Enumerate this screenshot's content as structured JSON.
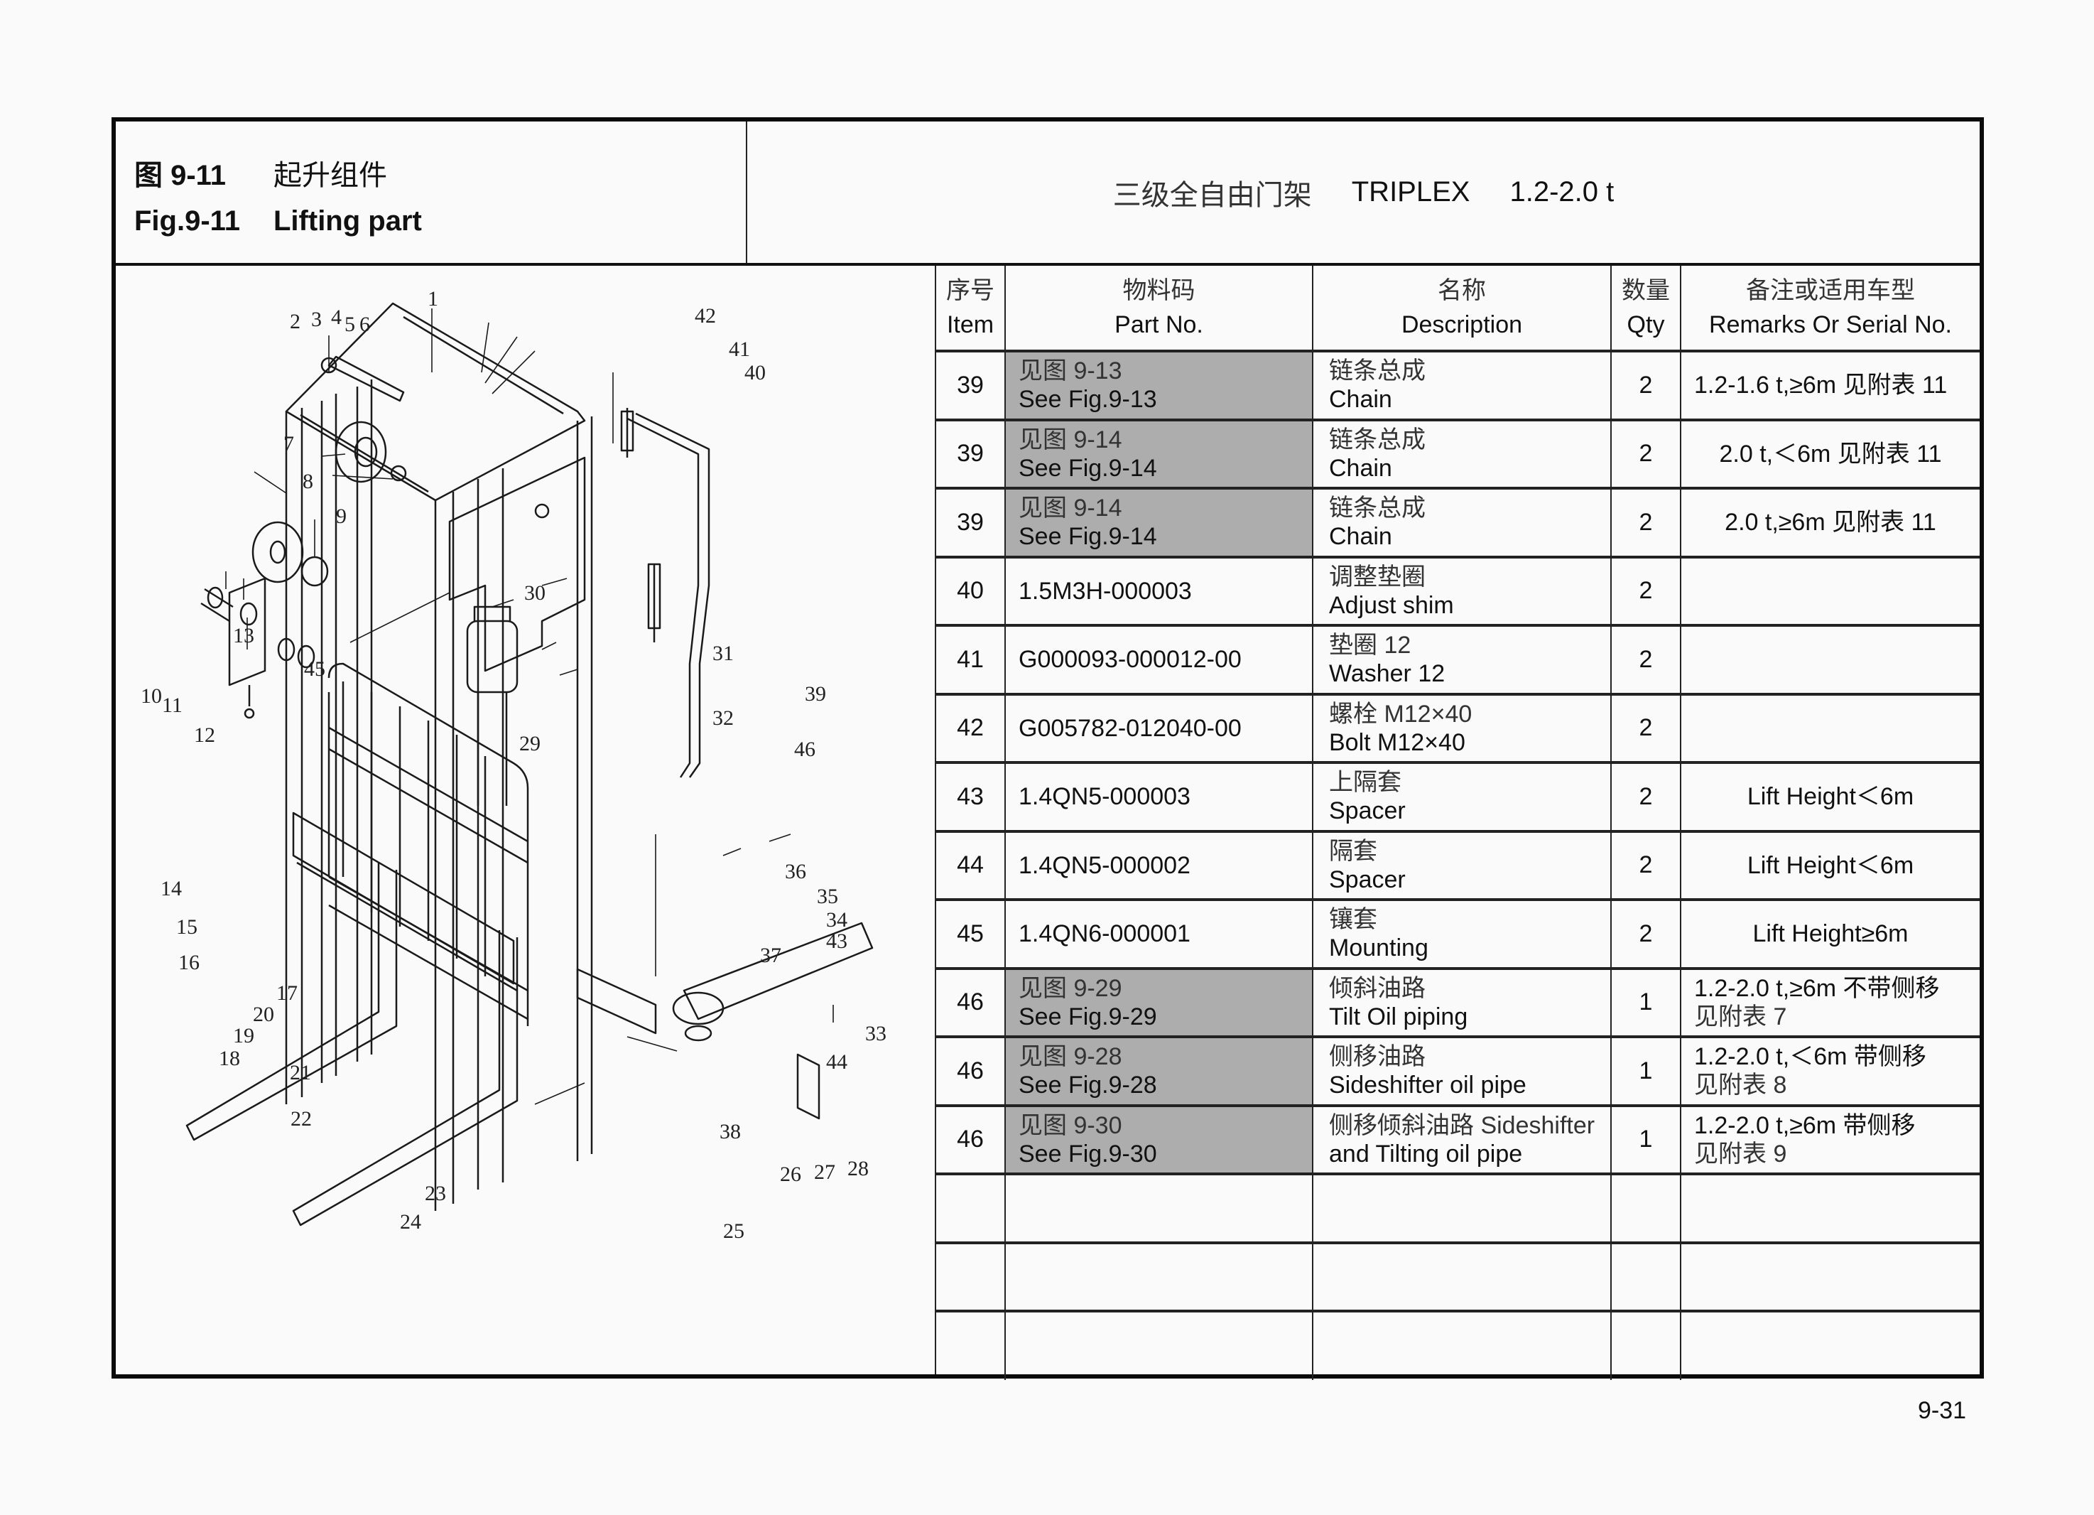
{
  "header": {
    "fig_cn_num": "图 9-11",
    "fig_cn_title": "起升组件",
    "fig_en_num": "Fig.9-11",
    "fig_en_title": "Lifting part",
    "model_cn": "三级全自由门架",
    "model_en": "TRIPLEX",
    "capacity": "1.2-2.0 t"
  },
  "table": {
    "columns": [
      {
        "cn": "序号",
        "en": "Item"
      },
      {
        "cn": "物料码",
        "en": "Part No."
      },
      {
        "cn": "名称",
        "en": "Description"
      },
      {
        "cn": "数量",
        "en": "Qty"
      },
      {
        "cn": "备注或适用车型",
        "en": "Remarks Or Serial No."
      }
    ],
    "rows": [
      {
        "item": "39",
        "part_cn": "见图 9-13",
        "part_en": "See Fig.9-13",
        "desc_cn": "链条总成",
        "desc_en": "Chain",
        "qty": "2",
        "rem_1": "1.2-1.6 t,≥6m  见附表 11",
        "rem_2": ""
      },
      {
        "item": "39",
        "part_cn": "见图 9-14",
        "part_en": "See Fig.9-14",
        "desc_cn": "链条总成",
        "desc_en": "Chain",
        "qty": "2",
        "rem_1": "2.0 t,＜6m 见附表 11",
        "rem_2": ""
      },
      {
        "item": "39",
        "part_cn": "见图 9-14",
        "part_en": "See Fig.9-14",
        "desc_cn": "链条总成",
        "desc_en": "Chain",
        "qty": "2",
        "rem_1": "2.0 t,≥6m  见附表 11",
        "rem_2": ""
      },
      {
        "item": "40",
        "part_no": "1.5M3H-000003",
        "desc_cn": "调整垫圈",
        "desc_en": "Adjust shim",
        "qty": "2",
        "rem_1": ""
      },
      {
        "item": "41",
        "part_no": "G000093-000012-00",
        "desc_cn": "垫圈 12",
        "desc_en": "Washer 12",
        "qty": "2",
        "rem_1": ""
      },
      {
        "item": "42",
        "part_no": "G005782-012040-00",
        "desc_cn": "螺栓 M12×40",
        "desc_en": "Bolt M12×40",
        "qty": "2",
        "rem_1": ""
      },
      {
        "item": "43",
        "part_no": "1.4QN5-000003",
        "desc_cn": "上隔套",
        "desc_en": "Spacer",
        "qty": "2",
        "rem_1": "Lift Height＜6m"
      },
      {
        "item": "44",
        "part_no": "1.4QN5-000002",
        "desc_cn": "隔套",
        "desc_en": "Spacer",
        "qty": "2",
        "rem_1": "Lift Height＜6m"
      },
      {
        "item": "45",
        "part_no": "1.4QN6-000001",
        "desc_cn": "镶套",
        "desc_en": "Mounting",
        "qty": "2",
        "rem_1": "Lift Height≥6m"
      },
      {
        "item": "46",
        "part_cn": "见图 9-29",
        "part_en": "See Fig.9-29",
        "desc_cn": "倾斜油路",
        "desc_en": "Tilt Oil piping",
        "qty": "1",
        "rem_1": "1.2-2.0 t,≥6m 不带侧移",
        "rem_2": "见附表 7"
      },
      {
        "item": "46",
        "part_cn": "见图 9-28",
        "part_en": "See Fig.9-28",
        "desc_cn": "侧移油路",
        "desc_en": "Sideshifter oil pipe",
        "qty": "1",
        "rem_1": "1.2-2.0 t,＜6m 带侧移",
        "rem_2": "见附表 8"
      },
      {
        "item": "46",
        "part_cn": "见图 9-30",
        "part_en": "See Fig.9-30",
        "desc_cn": "侧移倾斜油路 Sideshifter",
        "desc_en": "and Tilting oil pipe",
        "qty": "1",
        "rem_1": "1.2-2.0 t,≥6m 带侧移",
        "rem_2": "见附表 9"
      }
    ],
    "empty_rows": 3
  },
  "diagram": {
    "callouts": [
      "1",
      "2",
      "3",
      "4",
      "5",
      "6",
      "7",
      "8",
      "9",
      "10",
      "11",
      "12",
      "13",
      "14",
      "15",
      "16",
      "17",
      "18",
      "19",
      "20",
      "21",
      "22",
      "23",
      "24",
      "25",
      "26",
      "27",
      "28",
      "29",
      "30",
      "31",
      "32",
      "33",
      "34",
      "35",
      "36",
      "37",
      "38",
      "39",
      "40",
      "41",
      "42",
      "43",
      "44",
      "45",
      "46"
    ]
  },
  "footer": {
    "page_number": "9-31"
  },
  "colors": {
    "reference_cell_bg": "#adadad",
    "border": "#111111",
    "page_bg": "#fafafa"
  }
}
